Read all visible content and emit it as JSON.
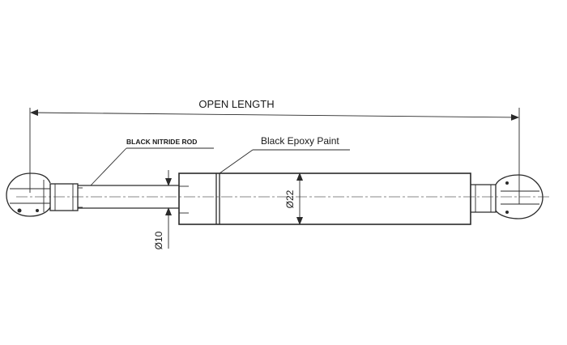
{
  "diagram": {
    "dimension_labels": {
      "open_length": "OPEN LENGTH",
      "rod_diameter": "Ø10",
      "body_diameter": "Ø22"
    },
    "callouts": {
      "rod_finish": "BLACK NITRIDE ROD",
      "body_finish": "Black Epoxy Paint"
    }
  }
}
